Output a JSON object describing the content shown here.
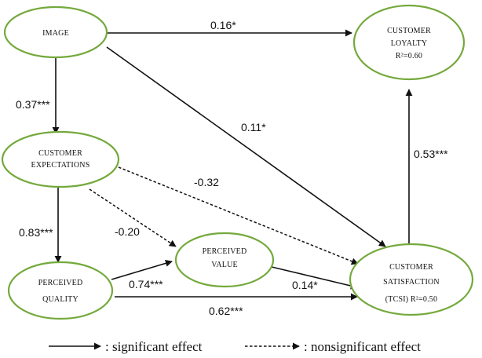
{
  "nodes": {
    "image": {
      "lines": [
        "IMAGE"
      ]
    },
    "loyalty": {
      "lines": [
        "CUSTOMER",
        "LOYALTY",
        "R²=0.60"
      ]
    },
    "expectations": {
      "lines": [
        "CUSTOMER",
        "EXPECTATIONS"
      ]
    },
    "value": {
      "lines": [
        "PERCEIVED",
        "VALUE"
      ]
    },
    "quality": {
      "lines": [
        "PERCEIVED",
        "QUALITY"
      ]
    },
    "satisfaction": {
      "lines": [
        "CUSTOMER",
        "SATISFACTION",
        "(TCSI) R²=0.50"
      ]
    }
  },
  "edges": {
    "image_loyalty": {
      "label": "0.16*",
      "style": "solid"
    },
    "image_expectations": {
      "label": "0.37***",
      "style": "solid"
    },
    "image_satisfaction": {
      "label": "0.11*",
      "style": "solid"
    },
    "satisfaction_loyalty": {
      "label": "0.53***",
      "style": "solid"
    },
    "expectations_satisfaction": {
      "label": "-0.32",
      "style": "dashed"
    },
    "expectations_quality": {
      "label": "0.83***",
      "style": "solid"
    },
    "expectations_value": {
      "label": "-0.20",
      "style": "dashed"
    },
    "quality_value": {
      "label": "0.74***",
      "style": "solid"
    },
    "value_satisfaction": {
      "label": "0.14*",
      "style": "solid"
    },
    "quality_satisfaction": {
      "label": "0.62***",
      "style": "solid"
    }
  },
  "legend": {
    "significant": ": significant effect",
    "nonsignificant": ": nonsignificant effect"
  },
  "colors": {
    "node_border": "#74a93c",
    "line": "#111111"
  }
}
